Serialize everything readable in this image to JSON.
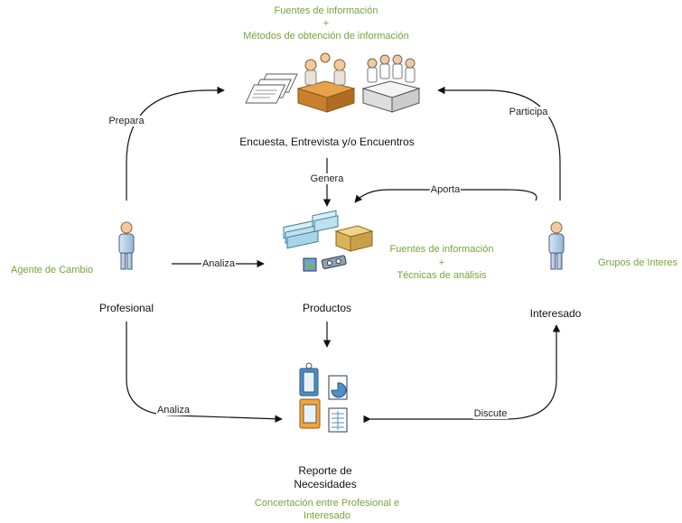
{
  "top_note": {
    "line1": "Fuentes de información",
    "line2": "+",
    "line3": "Métodos de obtención de información"
  },
  "nodes": {
    "encuesta": "Encuesta, Entrevista y/o Encuentros",
    "productos": "Productos",
    "profesional": "Profesional",
    "interesado": "Interesado",
    "reporte_line1": "Reporte de",
    "reporte_line2": "Necesidades"
  },
  "side_notes": {
    "agente": "Agente de Cambio",
    "grupos": "Grupos de Interes",
    "tecnicas_line1": "Fuentes de información",
    "tecnicas_line2": "+",
    "tecnicas_line3": "Técnicas de análisis"
  },
  "bottom_note": {
    "line1": "Concertación entre Profesional e",
    "line2": "Interesado"
  },
  "edge_labels": {
    "prepara": "Prepara",
    "participa": "Participa",
    "genera": "Genera",
    "aporta": "Aporta",
    "analiza_products": "Analiza",
    "analiza_report": "Analiza",
    "discute": "Discute"
  },
  "colors": {
    "accent_green": "#77a33a",
    "arrow": "#111111",
    "person": "#a9cbe6",
    "skin": "#f2c9a0"
  },
  "icons": [
    "documents-icon",
    "meeting-icon",
    "group-meeting-icon",
    "person-icon",
    "products-icon",
    "report-icon"
  ]
}
